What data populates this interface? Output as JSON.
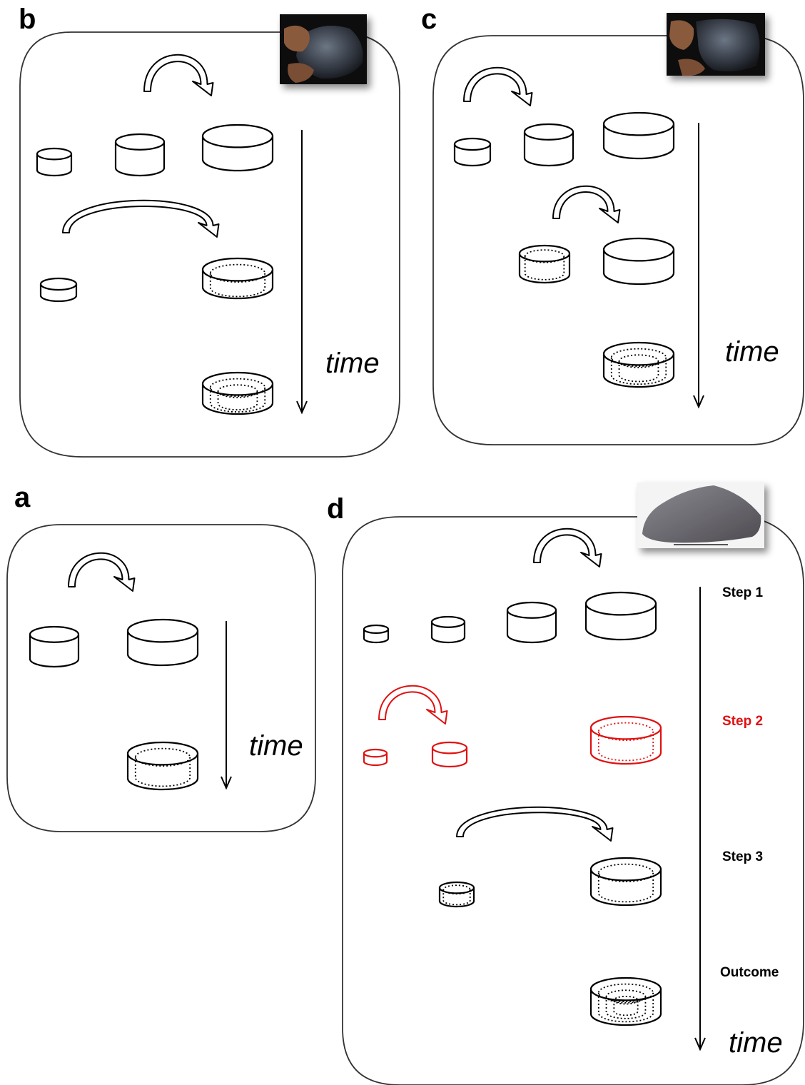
{
  "figure": {
    "panels": {
      "a": {
        "letter": "a",
        "time_label": "time"
      },
      "b": {
        "letter": "b",
        "time_label": "time"
      },
      "c": {
        "letter": "c",
        "time_label": "time"
      },
      "d": {
        "letter": "d",
        "time_label": "time",
        "steps": [
          {
            "label": "Step 1",
            "color": "#000000"
          },
          {
            "label": "Step 2",
            "color": "#e01010"
          },
          {
            "label": "Step 3",
            "color": "#000000"
          },
          {
            "label": "Outcome",
            "color": "#000000"
          }
        ]
      }
    },
    "colors": {
      "stroke": "#000000",
      "highlight": "#e01010",
      "panel_border": "#333333",
      "background": "#ffffff"
    },
    "icons": {
      "arrow": "curved-arrow-icon",
      "container": "cylinder-icon",
      "nested_container": "nested-cylinder-icon",
      "photo": "stone-tool-photo"
    }
  }
}
